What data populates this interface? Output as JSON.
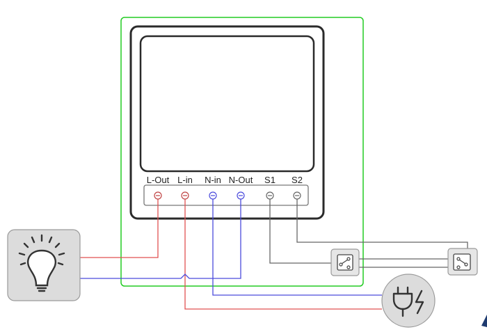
{
  "terminals": [
    {
      "label": "L-Out"
    },
    {
      "label": "L-in"
    },
    {
      "label": "N-in"
    },
    {
      "label": "N-Out"
    },
    {
      "label": "S1"
    },
    {
      "label": "S2"
    }
  ],
  "icons": {
    "lamp": "light-bulb-icon",
    "power": "power-plug-icon",
    "switch_a": "two-way-switch-icon",
    "switch_b": "two-way-switch-icon"
  },
  "colors": {
    "live_wire": "#e05050",
    "neutral_wire": "#4a4adc",
    "switch_wire": "#666666",
    "highlight_frame": "#22cc22"
  }
}
